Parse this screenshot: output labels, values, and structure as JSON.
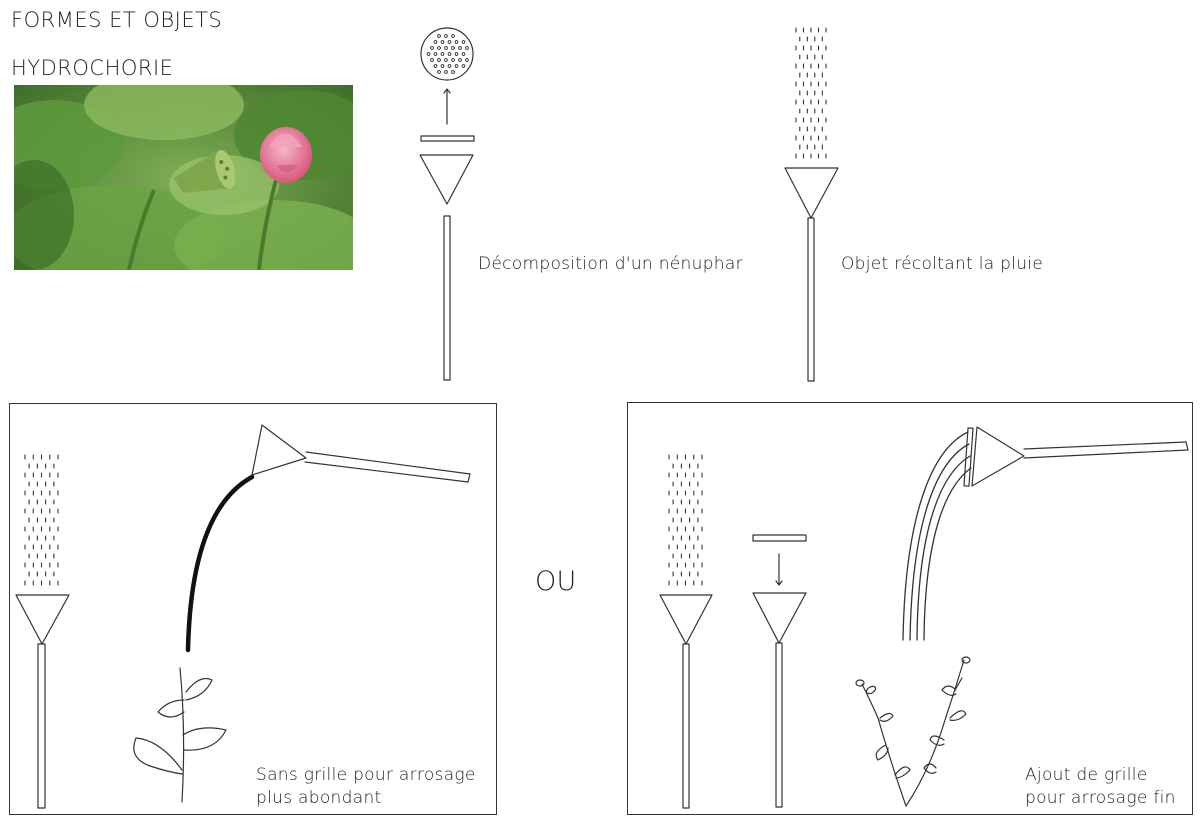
{
  "header": {
    "title_line1": "FORMES ET OBJETS",
    "title_line2": "HYDROCHORIE"
  },
  "captions": {
    "decomposition": "Décomposition d'un nénuphar",
    "rain_collector": "Objet récoltant la pluie",
    "or_separator": "OU",
    "left_panel_line1": "Sans grille pour arrosage",
    "left_panel_line2": "plus abondant",
    "right_panel_line1": "Ajout de grille",
    "right_panel_line2": "pour arrosage fin"
  },
  "colors": {
    "stroke": "#333333",
    "text": "#222222",
    "lotus_pink": "#e07a9a",
    "leaf_green": "#6fa04a"
  },
  "icons": [
    "lotus-photo",
    "seed-grate-icon",
    "funnel-icon",
    "rain-drops-icon",
    "hose-icon",
    "plant-icon",
    "vine-icon"
  ]
}
